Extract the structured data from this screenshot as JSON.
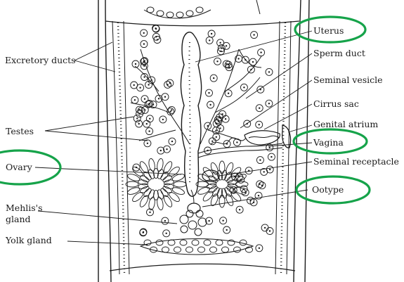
{
  "labels": {
    "excretory_ducts": "Excretory ducts",
    "testes": "Testes",
    "ovary": "Ovary",
    "mehlis_gland_line1": "Mehlis's",
    "mehlis_gland_line2": "gland",
    "yolk_gland": "Yolk gland",
    "uterus": "Uterus",
    "sperm_duct": "Sperm duct",
    "seminal_vesicle": "Seminal vesicle",
    "cirrus_sac": "Cirrus sac",
    "genital_atrium": "Genital atrium",
    "vagina": "Vagina",
    "seminal_receptacle": "Seminal receptacle",
    "ootype": "Ootype"
  },
  "highlight_color": "#16a34a"
}
